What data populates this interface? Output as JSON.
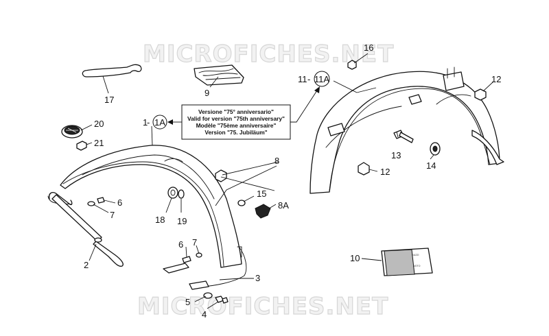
{
  "watermark": "MICROFICHES.NET",
  "note_lines": [
    "Versione \"75° anniversario\"",
    "Valid for version \"75th anniversary\"",
    "Modèle \"75ème anniversaire\"",
    "Version \"75. Jubiläum\""
  ],
  "labels": {
    "p1": "1",
    "p1a": "1A",
    "p2": "2",
    "p3": "3",
    "p4": "4",
    "p5": "5",
    "p6a": "6",
    "p6b": "6",
    "p7a": "7",
    "p7b": "7",
    "p8": "8",
    "p8a": "8A",
    "p9": "9",
    "p10": "10",
    "p11": "11",
    "p11a": "11A",
    "p12a": "12",
    "p12b": "12",
    "p13": "13",
    "p14": "14",
    "p15": "15",
    "p16": "16",
    "p17": "17",
    "p18": "18",
    "p19": "19",
    "p20": "20",
    "p21": "21"
  },
  "manual_cover_text": [
    "GUZZI",
    "MOTO"
  ]
}
